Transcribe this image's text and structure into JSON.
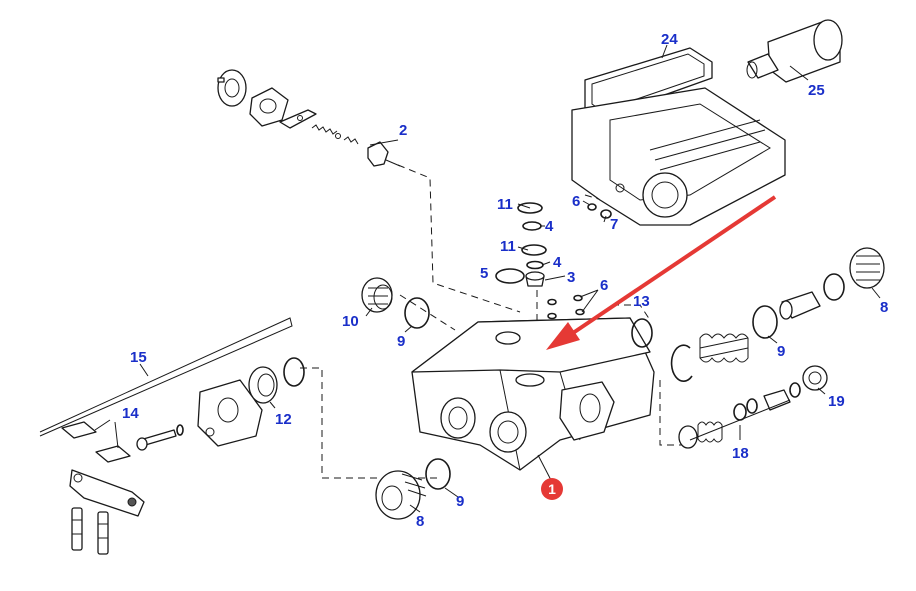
{
  "colors": {
    "callout": "#1a2fc9",
    "arrow": "#e53935",
    "badge": "#e53935",
    "line": "#1a1a1a"
  },
  "callouts": {
    "c24": "24",
    "c25": "25",
    "c2": "2",
    "c6_top": "6",
    "c7": "7",
    "c11_a": "11",
    "c4_a": "4",
    "c11_b": "11",
    "c4_b": "4",
    "c5": "5",
    "c3": "3",
    "c6_mid": "6",
    "c13": "13",
    "c8_right": "8",
    "c10": "10",
    "c9_left": "9",
    "c9_right": "9",
    "c15": "15",
    "c14": "14",
    "c12": "12",
    "c19": "19",
    "c18": "18",
    "c9_bottom": "9",
    "c8_bottom": "8"
  },
  "badge": {
    "label": "1"
  }
}
